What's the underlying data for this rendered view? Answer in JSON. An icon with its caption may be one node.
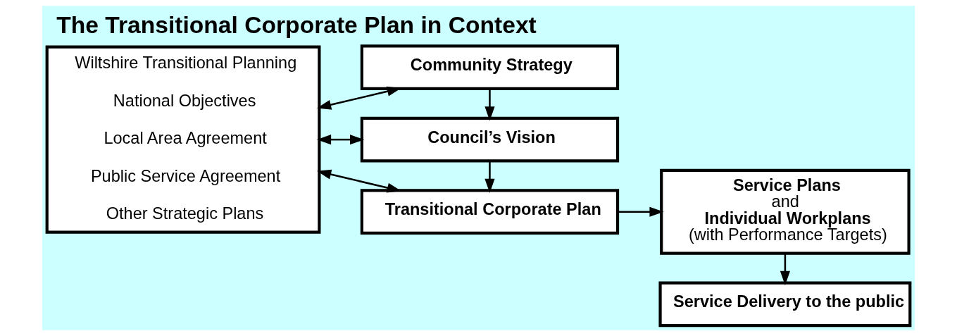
{
  "diagram": {
    "title": "The Transitional Corporate Plan in Context",
    "nodes": [
      {
        "text": [
          "Wiltshire Transitional Planning",
          "National Objectives",
          "Local Area Agreement",
          "Public Service Agreement",
          "Other Strategic Plans"
        ]
      },
      {
        "text": [
          "Community Strategy"
        ]
      },
      {
        "text": [
          "Council’s Vision"
        ]
      },
      {
        "text": [
          "Transitional Corporate Plan"
        ]
      },
      {
        "text": [
          "Service Plans",
          "and",
          "Individual Workplans",
          "(with Performance Targets)"
        ]
      },
      {
        "text": [
          "Service Delivery to the public"
        ]
      }
    ],
    "edges": [
      {
        "from": 0,
        "to": 1,
        "arrow": "both"
      },
      {
        "from": 1,
        "to": 2,
        "arrow": "to"
      },
      {
        "from": 0,
        "to": 2,
        "arrow": "both"
      },
      {
        "from": 2,
        "to": 3,
        "arrow": "to"
      },
      {
        "from": 0,
        "to": 3,
        "arrow": "both"
      },
      {
        "from": 3,
        "to": 4,
        "arrow": "to"
      },
      {
        "from": 4,
        "to": 5,
        "arrow": "to"
      }
    ]
  }
}
